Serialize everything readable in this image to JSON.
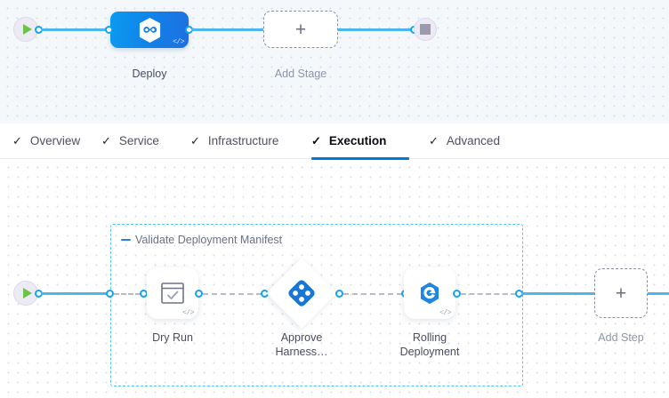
{
  "colors": {
    "accent_blue": "#0278d5",
    "link_blue": "#4db6f0",
    "node_blue": "#1280e8",
    "group_border": "#4fc3f7",
    "play_green": "#6cc24a",
    "stop_gray": "#9b9bab",
    "canvas_top_bg": "#f4f8fb",
    "canvas_bottom_bg": "#ffffff"
  },
  "stage_canvas": {
    "start_node": {
      "icon": "play-icon"
    },
    "end_node": {
      "icon": "stop-icon"
    },
    "stage": {
      "label": "Deploy",
      "icon": "harness-hexagon-infinity-icon",
      "code_badge": "</>"
    },
    "add_stage": {
      "label": "Add Stage",
      "icon": "plus-icon"
    }
  },
  "tabs": [
    {
      "label": "Overview",
      "check": "✓",
      "active": false
    },
    {
      "label": "Service",
      "check": "✓",
      "active": false
    },
    {
      "label": "Infrastructure",
      "check": "✓",
      "active": false
    },
    {
      "label": "Execution",
      "check": "✓",
      "active": true
    },
    {
      "label": "Advanced",
      "check": "✓",
      "active": false
    }
  ],
  "execution_canvas": {
    "start_node": {
      "icon": "play-icon"
    },
    "step_group": {
      "title": "Validate Deployment Manifest",
      "collapse_icon": "collapse-dash-icon"
    },
    "steps": [
      {
        "label": "Dry Run",
        "icon": "dry-run-window-check-icon",
        "shape": "square",
        "code_badge": "</>"
      },
      {
        "label": "Approve\nHarness…",
        "icon": "harness-approval-icon",
        "shape": "diamond",
        "code_badge": ""
      },
      {
        "label": "Rolling\nDeployment",
        "icon": "rolling-deployment-icon",
        "shape": "square",
        "code_badge": "</>"
      }
    ],
    "step_labels": {
      "dry_run": "Dry Run",
      "approve_line1": "Approve",
      "approve_line2": "Harness…",
      "rolling_line1": "Rolling",
      "rolling_line2": "Deployment"
    },
    "add_step": {
      "label": "Add Step",
      "icon": "plus-icon"
    }
  }
}
